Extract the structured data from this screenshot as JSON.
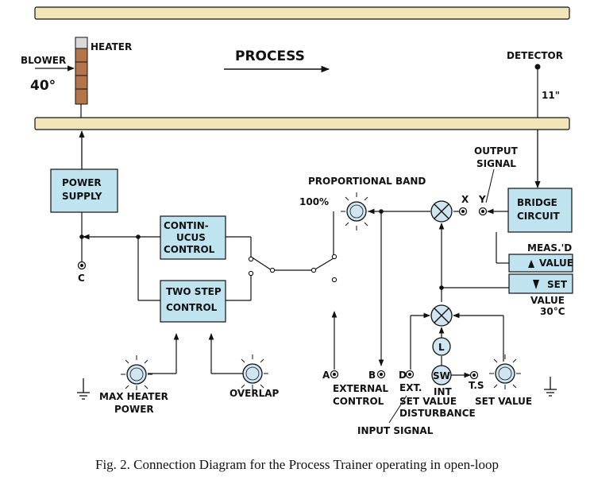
{
  "colors": {
    "pipe": "#f2e6b8",
    "box": "#bfe3ef",
    "heater": "#b5754a",
    "line": "#111111",
    "knob": "#cfe6f2"
  },
  "labels": {
    "blower": "BLOWER",
    "blower_temp": "40°",
    "heater": "HEATER",
    "process": "PROCESS",
    "detector": "DETECTOR",
    "detector_pos": "11\"",
    "output_signal_1": "OUTPUT",
    "output_signal_2": "SIGNAL",
    "power_supply_1": "POWER",
    "power_supply_2": "SUPPLY",
    "proportional_band": "PROPORTIONAL BAND",
    "pct100": "100%",
    "x": "X",
    "y": "Y",
    "bridge_1": "BRIDGE",
    "bridge_2": "CIRCUIT",
    "cont_1": "CONTIN-",
    "cont_2": "UCUS",
    "cont_3": "CONTROL",
    "c": "C",
    "two_step_1": "TWO STEP",
    "two_step_2": "CONTROL",
    "meas_d": "MEAS.'D",
    "value": "VALUE",
    "set": "SET",
    "set_value_1": "VALUE",
    "set_value_2": "30°C",
    "l": "L",
    "sw": "SW",
    "a": "A",
    "b": "B",
    "d": "D",
    "ext": "EXT.",
    "int": "INT",
    "ts": "T.S",
    "max_heater_1": "MAX HEATER",
    "max_heater_2": "POWER",
    "overlap": "OVERLAP",
    "external_control_1": "EXTERNAL",
    "external_control_2": "CONTROL",
    "set_value_dist_1": "SET VALUE",
    "set_value_dist_2": "DISTURBANCE",
    "set_value_right": "SET VALUE",
    "input_signal": "INPUT SIGNAL"
  },
  "caption": "Fig. 2. Connection Diagram for the Process Trainer operating in open-loop"
}
